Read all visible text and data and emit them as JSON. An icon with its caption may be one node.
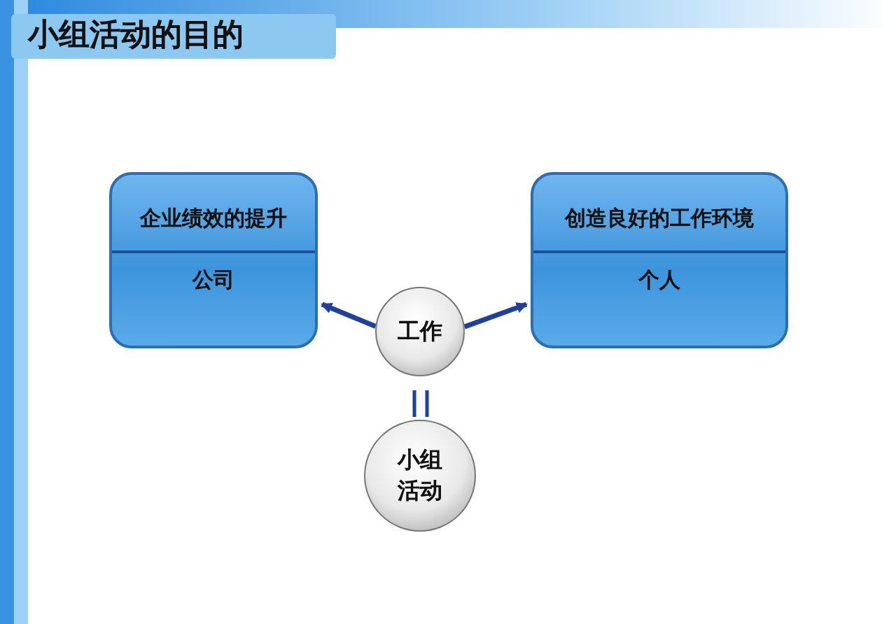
{
  "diagram": {
    "title": "小组活动的目的",
    "nodes": [
      {
        "text": [
          "企业绩效的提升",
          "公司"
        ]
      },
      {
        "text": [
          "创造良好的工作环境",
          "个人"
        ]
      },
      {
        "text": [
          "工作"
        ]
      },
      {
        "text": [
          "小组活动"
        ]
      }
    ],
    "edges": [
      {
        "from": 2,
        "to": 0,
        "arrow": "to"
      },
      {
        "from": 2,
        "to": 1,
        "arrow": "to"
      }
    ]
  }
}
